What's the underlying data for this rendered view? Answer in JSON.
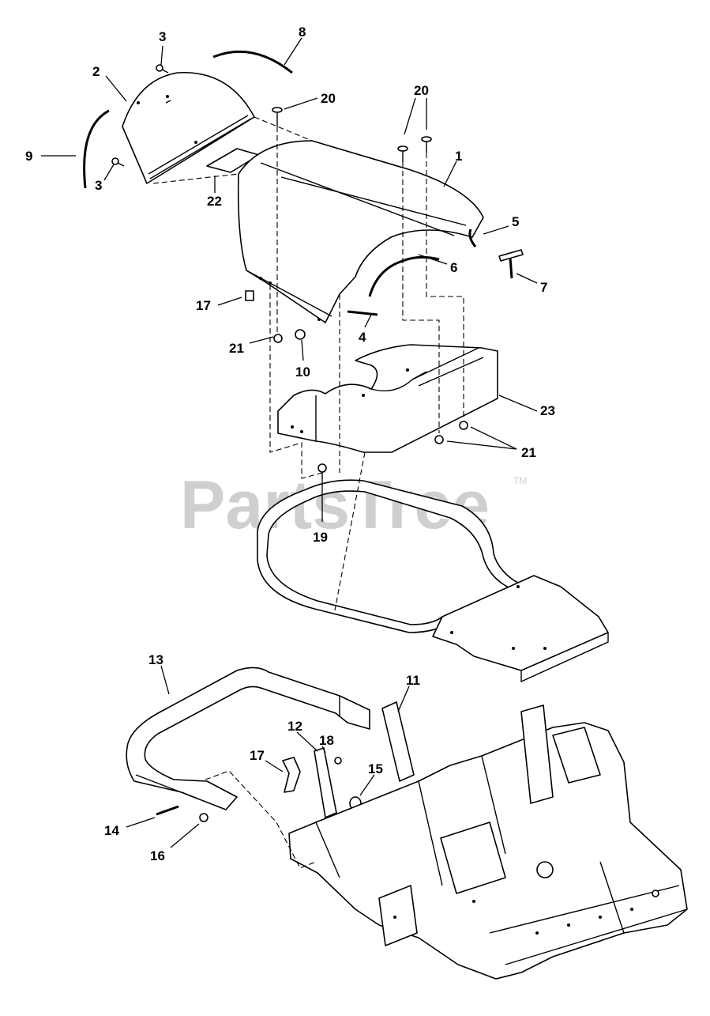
{
  "watermark": {
    "text": "PartsTree",
    "trademark": "TM"
  },
  "callouts": [
    {
      "id": "1",
      "text": "1"
    },
    {
      "id": "2",
      "text": "2"
    },
    {
      "id": "3a",
      "text": "3"
    },
    {
      "id": "3b",
      "text": "3"
    },
    {
      "id": "4",
      "text": "4"
    },
    {
      "id": "5",
      "text": "5"
    },
    {
      "id": "6",
      "text": "6"
    },
    {
      "id": "7",
      "text": "7"
    },
    {
      "id": "8",
      "text": "8"
    },
    {
      "id": "9",
      "text": "9"
    },
    {
      "id": "10",
      "text": "10"
    },
    {
      "id": "11",
      "text": "11"
    },
    {
      "id": "12",
      "text": "12"
    },
    {
      "id": "13",
      "text": "13"
    },
    {
      "id": "14",
      "text": "14"
    },
    {
      "id": "15",
      "text": "15"
    },
    {
      "id": "16",
      "text": "16"
    },
    {
      "id": "17a",
      "text": "17"
    },
    {
      "id": "17b",
      "text": "17"
    },
    {
      "id": "18",
      "text": "18"
    },
    {
      "id": "19",
      "text": "19"
    },
    {
      "id": "20a",
      "text": "20"
    },
    {
      "id": "20b",
      "text": "20"
    },
    {
      "id": "21a",
      "text": "21"
    },
    {
      "id": "21b",
      "text": "21"
    },
    {
      "id": "22",
      "text": "22"
    },
    {
      "id": "23",
      "text": "23"
    }
  ]
}
